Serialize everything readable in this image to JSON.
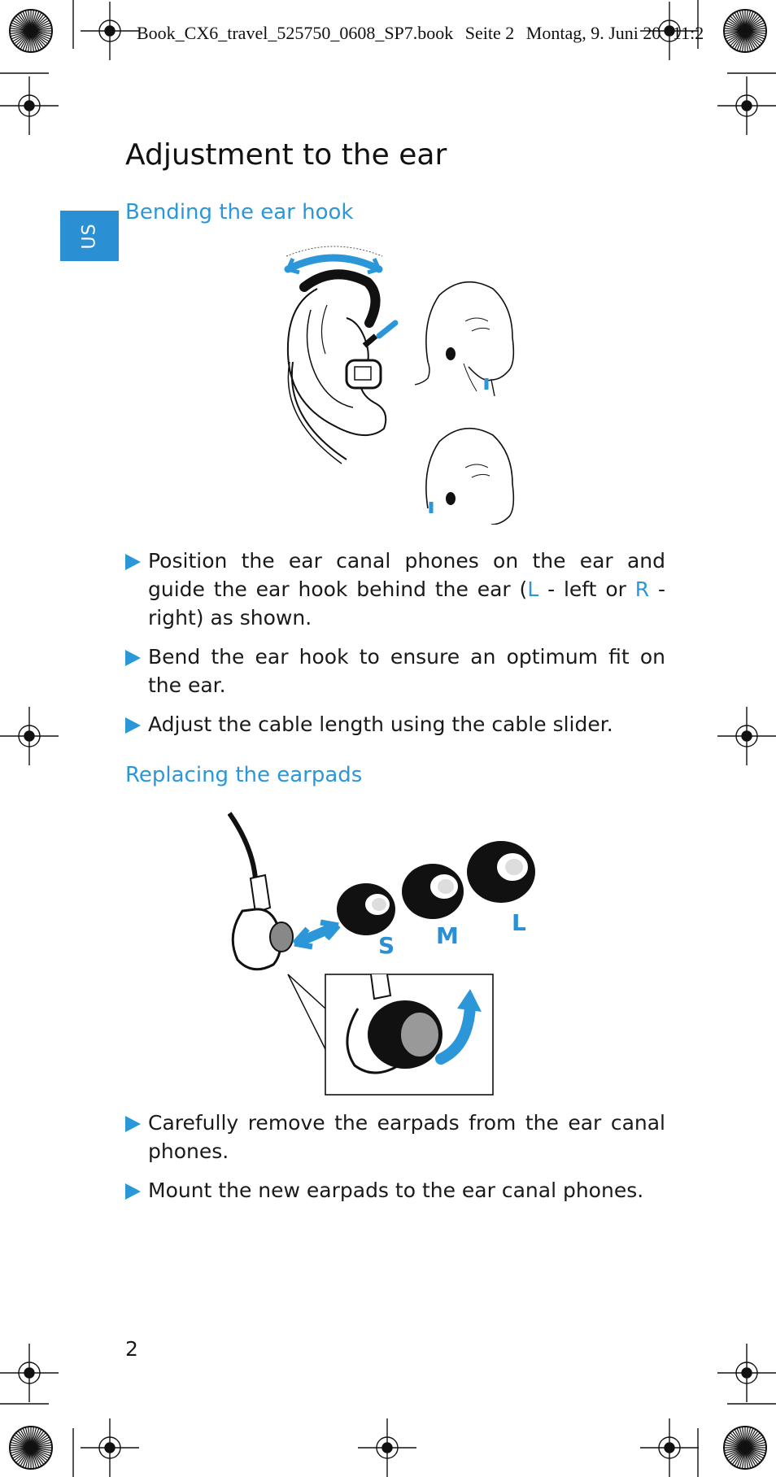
{
  "slug": {
    "filename": "Book_CX6_travel_525750_0608_SP7.book",
    "page": "Seite 2",
    "date": "Montag, 9. Juni 20",
    "time": "11:2"
  },
  "lang_tab": "US",
  "title": "Adjustment to the ear",
  "section1": {
    "heading": "Bending the ear hook",
    "steps": [
      {
        "pre": "Position the ear canal phones on the ear and guide the ear hook behind the ear (",
        "left_letter": "L",
        "mid": " - left or ",
        "right_letter": "R",
        "post": " - right) as shown."
      },
      {
        "text": "Bend the ear hook to ensure an optimum fit on the ear."
      },
      {
        "text": "Adjust the cable length using the cable slider."
      }
    ]
  },
  "section2": {
    "heading": "Replacing the earpads",
    "sizes": [
      "S",
      "M",
      "L"
    ],
    "steps": [
      {
        "text": "Carefully remove the earpads from the ear canal phones."
      },
      {
        "text": "Mount the new earpads to the ear canal phones."
      }
    ]
  },
  "page_number": "2",
  "colors": {
    "accent": "#2b97d8",
    "tab": "#2b8fd3",
    "text": "#1a1a1a"
  }
}
